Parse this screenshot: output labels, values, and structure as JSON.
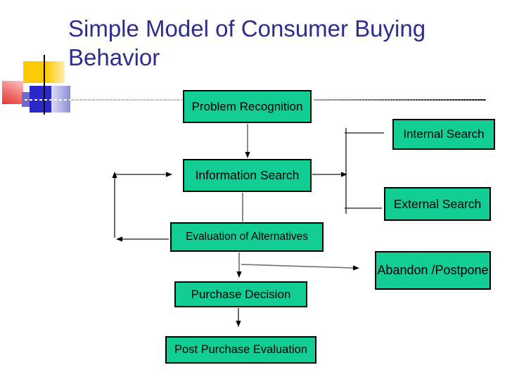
{
  "title": {
    "line1": "Simple Model of Consumer Buying",
    "line2": "Behavior"
  },
  "colors": {
    "title-color": "#2D2D8F",
    "box-fill": "#12CD94",
    "box-border": "#000000"
  },
  "diagram": {
    "boxes": [
      {
        "id": "problem-recognition",
        "label": "Problem Recognition"
      },
      {
        "id": "information-search",
        "label": "Information Search"
      },
      {
        "id": "internal-search",
        "label": "Internal Search"
      },
      {
        "id": "external-search",
        "label": "External Search"
      },
      {
        "id": "evaluation-of-alternatives",
        "label": "Evaluation of Alternatives"
      },
      {
        "id": "abandon-postpone",
        "label": "Abandon /Postpone"
      },
      {
        "id": "purchase-decision",
        "label": "Purchase Decision"
      },
      {
        "id": "post-purchase-evaluation",
        "label": "Post Purchase Evaluation"
      }
    ]
  }
}
